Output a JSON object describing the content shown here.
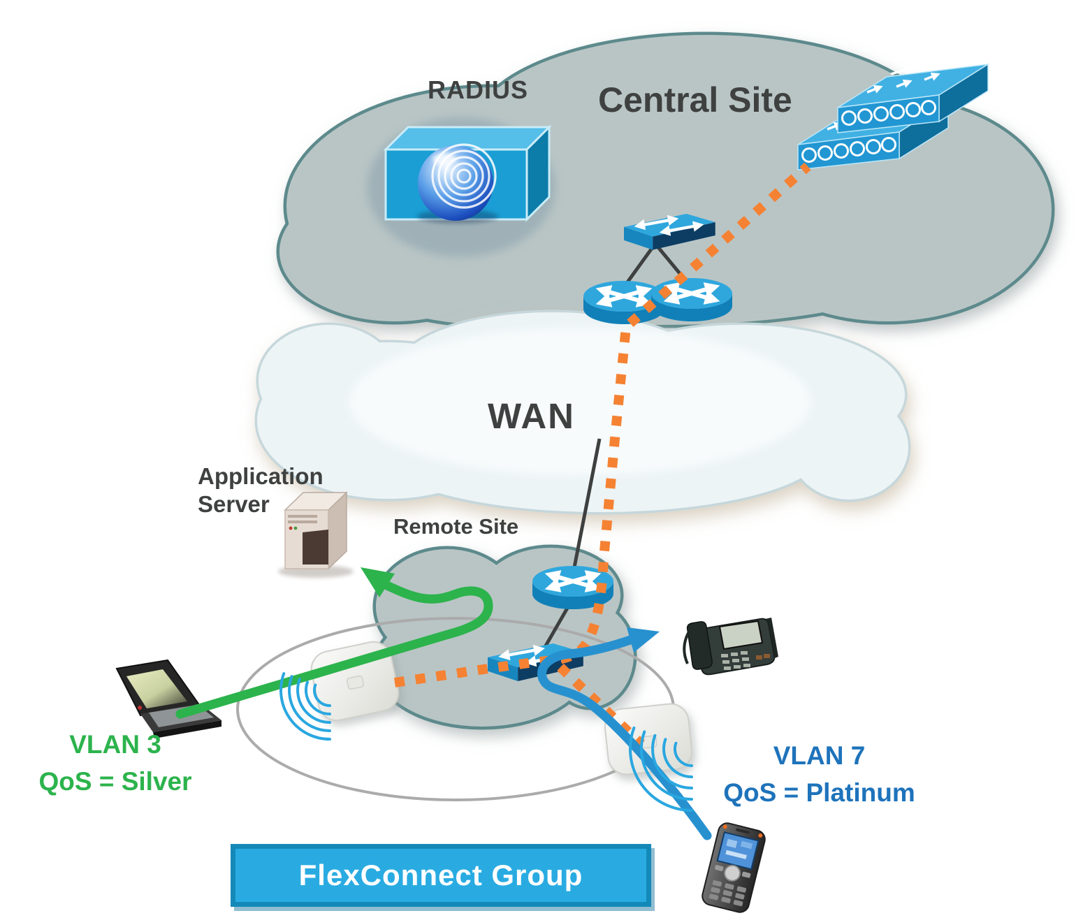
{
  "central_site": {
    "name_label": "Central Site",
    "radius_label": "RADIUS"
  },
  "wan": {
    "name_label": "WAN"
  },
  "remote_site": {
    "name_label": "Remote Site"
  },
  "application_server": {
    "label_line1": "Application",
    "label_line2": "Server"
  },
  "clients": {
    "laptop": {
      "vlan_label": "VLAN 3",
      "qos_label": "QoS = Silver",
      "flow_color": "#2CB34C"
    },
    "wireless_phone": {
      "vlan_label": "VLAN 7",
      "qos_label": "QoS = Platinum",
      "flow_color": "#2791D0"
    }
  },
  "banner": {
    "label": "FlexConnect Group",
    "fill_color": "#29ABE2",
    "border_color": "#1489B8",
    "text_color": "#FFFFFF"
  },
  "flows": {
    "capwap_tunnel_color": "#F58233",
    "silver_flow_color": "#2CB34C",
    "platinum_flow_color": "#2791D0",
    "wired_link_color": "#3E4040"
  },
  "palette": {
    "site_cloud_fill": "#B9C5C5",
    "site_cloud_border": "#5D8A8C",
    "wan_cloud_fill": "#EDF4F6",
    "coverage_ellipse": "#ABABAB",
    "device_blue_top": "#2FA7DD",
    "device_blue_front": "#1786BF",
    "device_blue_side": "#0D3D63",
    "text_dark": "#3E4140"
  },
  "icons": {
    "radius_server": "radius-server-icon",
    "wlc_stack": "wlc-stack-icon",
    "switch": "switch-icon",
    "router": "router-icon",
    "application_server": "application-server-icon",
    "access_point": "access-point-icon",
    "laptop": "laptop-icon",
    "ip_phone": "ip-phone-icon",
    "mobile_phone": "mobile-phone-icon",
    "wifi_waves": "wifi-waves-icon"
  }
}
